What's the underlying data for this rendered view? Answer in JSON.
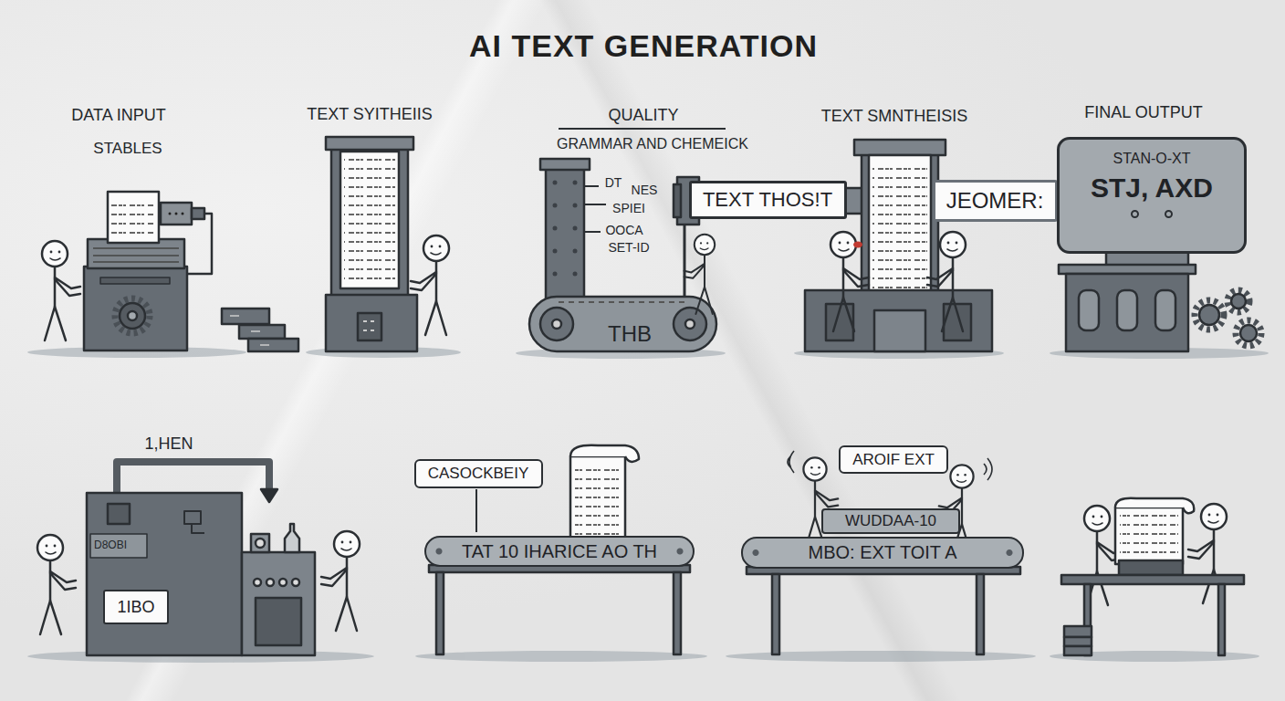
{
  "diagram": {
    "title": "AI TEXT GENERATION",
    "nodes": [
      {
        "text": [
          "TEXT THOS!T"
        ]
      },
      {
        "text": [
          "JEOMER:"
        ]
      },
      {
        "text": [
          "STAN-O-XT",
          "STJ, AXD"
        ]
      },
      {
        "text": [
          "1IBO"
        ]
      },
      {
        "text": [
          "CASOCKBEIY"
        ]
      },
      {
        "text": [
          "TAT 10 IHARICE AO TH"
        ]
      },
      {
        "text": [
          "AROIF EXT"
        ]
      },
      {
        "text": [
          "WUDDAA-10"
        ]
      },
      {
        "text": [
          "MBO: EXT TOIT A"
        ]
      }
    ],
    "labels": [
      "DATA INPUT",
      "STABLES",
      "TEXT SYITHEIIS",
      "QUALITY",
      "GRAMMAR AND CHEMEICK",
      "TEXT SMNTHEISIS",
      "FINAL OUTPUT",
      "DT",
      "NES",
      "SPIEI",
      "OOCA",
      "SET-ID",
      "THB",
      "1,HEN",
      "D8OBI"
    ]
  }
}
